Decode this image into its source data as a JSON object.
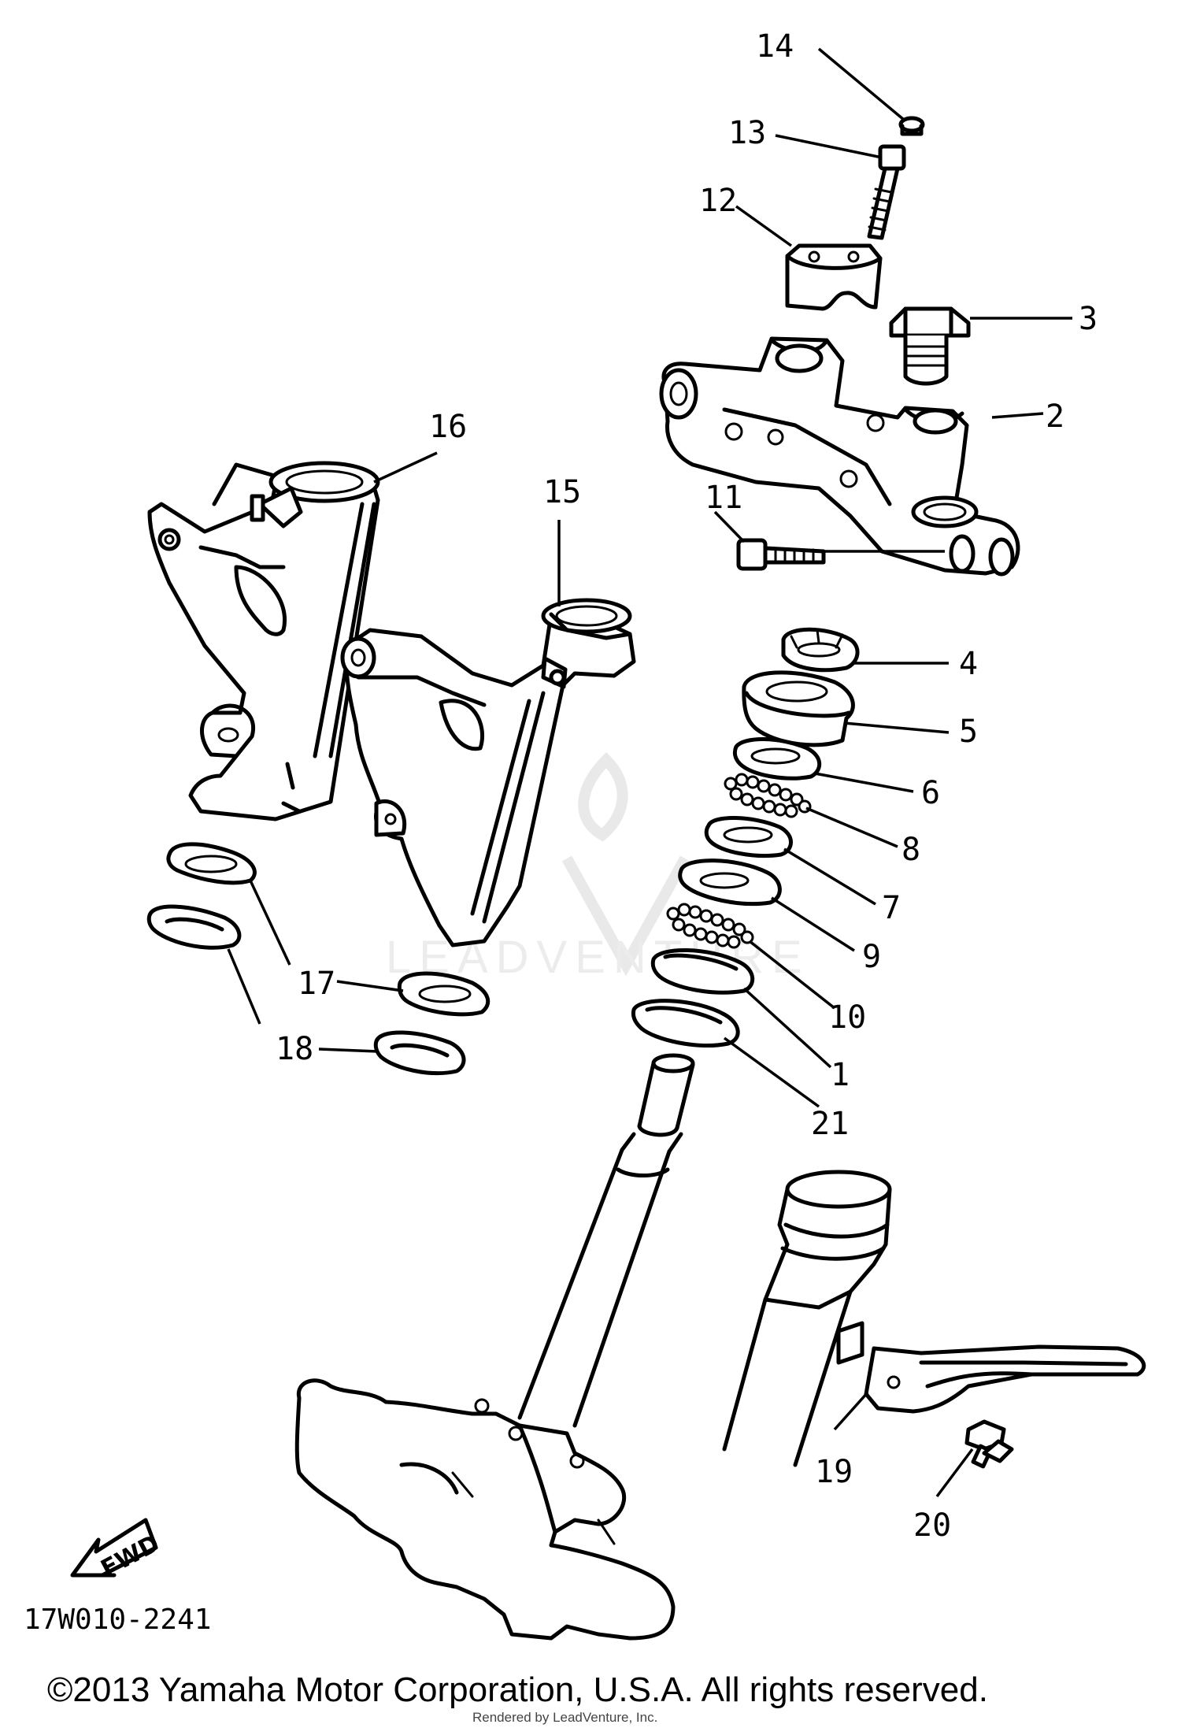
{
  "callouts": [
    "1",
    "2",
    "3",
    "4",
    "5",
    "6",
    "7",
    "8",
    "9",
    "10",
    "11",
    "12",
    "13",
    "14",
    "15",
    "16",
    "17",
    "18",
    "19",
    "20",
    "21"
  ],
  "fwd_label": "FWD",
  "diagram_code": "17W010-2241",
  "copyright": "©2013 Yamaha Motor Corporation, U.S.A. All rights reserved.",
  "rendered_by": "Rendered by LeadVenture, Inc.",
  "watermark_text": "LEADVENTURE"
}
